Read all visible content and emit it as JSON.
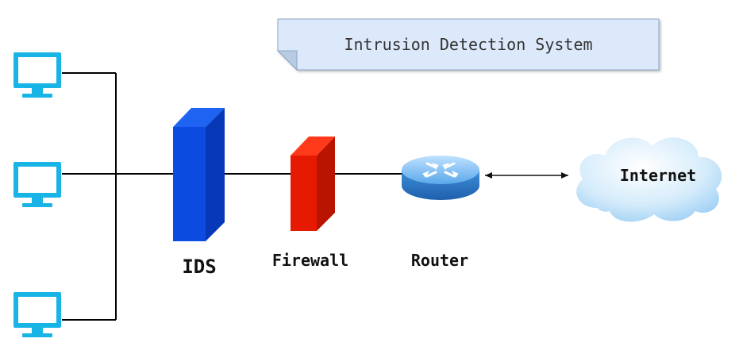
{
  "title": "Intrusion Detection System",
  "labels": {
    "ids": "IDS",
    "firewall": "Firewall",
    "router": "Router",
    "internet": "Internet"
  },
  "colors": {
    "computer": "#18b4e6",
    "ids_front": "#0b4be0",
    "firewall_front": "#e61a00",
    "router": "#3f8fd6",
    "cloud": "#9fd0f5",
    "title_box": "#dce9fa",
    "title_border": "#8fa6c8"
  },
  "icons": {
    "computers": [
      "monitor-icon",
      "monitor-icon",
      "monitor-icon"
    ],
    "router": "router-icon",
    "internet": "cloud-icon"
  }
}
